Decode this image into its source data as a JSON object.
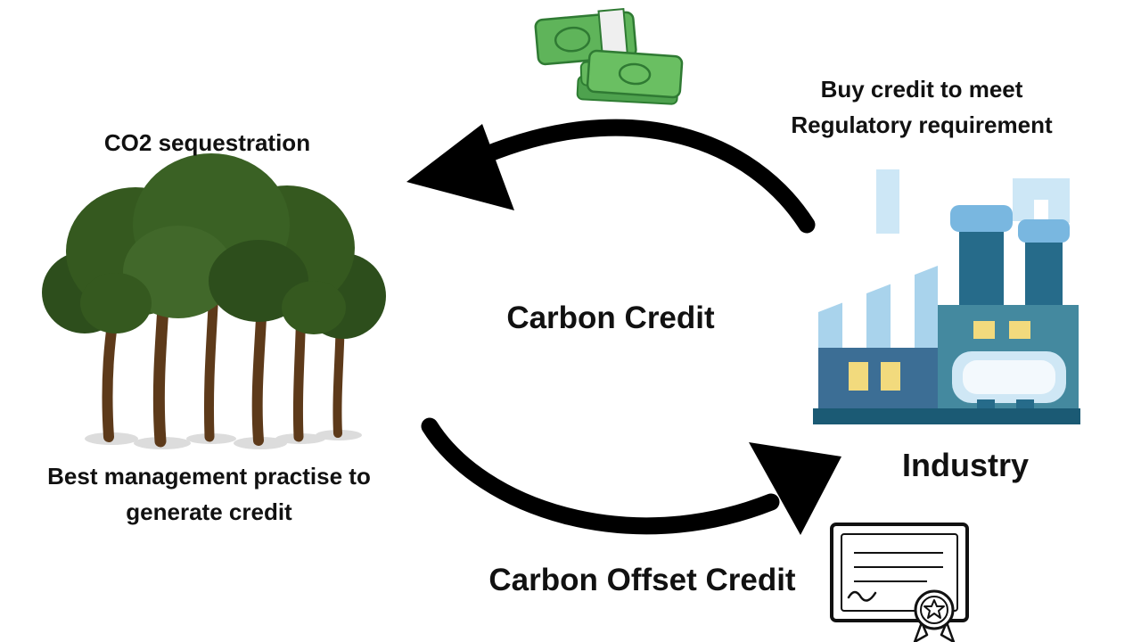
{
  "diagram": {
    "title": "Carbon Credit cycle diagram",
    "co2_label": "CO2 sequestration",
    "buy_credit_label": "Buy credit to meet\nRegulatory requirement",
    "carbon_credit_label": "Carbon Credit",
    "industry_label": "Industry",
    "best_mgmt_label": "Best management practise to\ngenerate credit",
    "carbon_offset_label": "Carbon Offset Credit"
  },
  "icons": {
    "money": "money-stack-icon",
    "trees": "forest-trees-icon",
    "factory": "factory-icon",
    "certificate": "certificate-award-icon",
    "arrow_top": "cycle-arrow-left-icon",
    "arrow_bottom": "cycle-arrow-right-icon"
  },
  "colors": {
    "background": "#ffffff",
    "text": "#111111",
    "arrow": "#000000",
    "tree_green_dark": "#2d4e1c",
    "tree_green": "#355921",
    "tree_green_light": "#41682a",
    "trunk_brown": "#5d3a1a",
    "money_green": "#5fb45a",
    "money_green_dark": "#2f7a33",
    "factory_teal": "#44899f",
    "factory_blue": "#3c6e95",
    "chimney_dark": "#266b8a",
    "pipe_light_blue": "#cde7f6",
    "cap_blue": "#79b7e0",
    "window_yellow": "#f2da7d",
    "certificate_ink": "#111111"
  }
}
